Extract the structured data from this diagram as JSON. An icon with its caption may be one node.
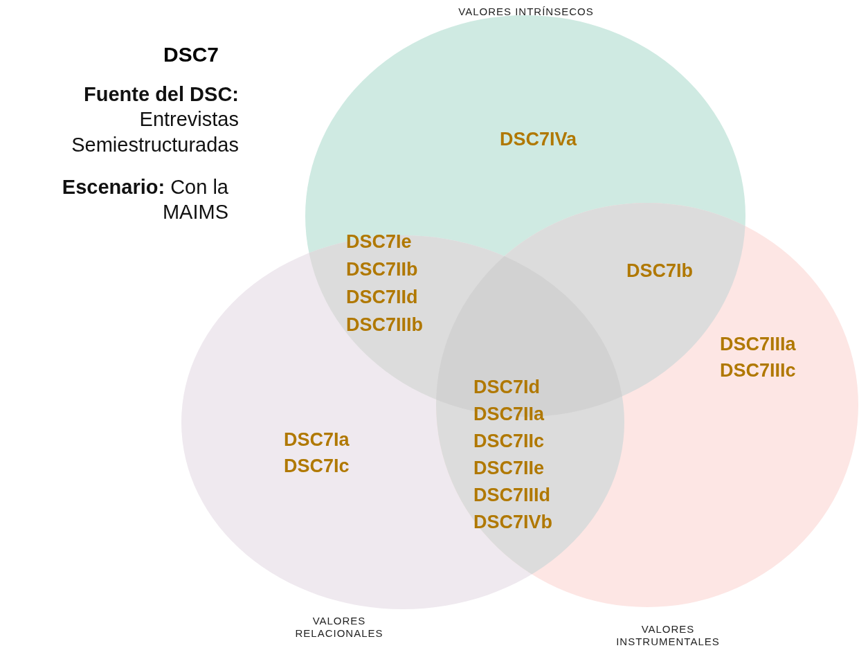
{
  "diagram": {
    "title": "DSC7",
    "nodes": [
      {
        "text": [
          "VALORES INTRÍNSECOS",
          "DSC7IVa"
        ]
      },
      {
        "text": [
          "DSC7Ia",
          "DSC7Ic",
          "VALORES RELACIONALES"
        ]
      },
      {
        "text": [
          "DSC7IIIa",
          "DSC7IIIc",
          "VALORES INSTRUMENTALES"
        ]
      }
    ],
    "labels": [
      "**Fuente del DSC:** Entrevistas Semiestructuradas",
      "**Escenario:** Con la MAIMS",
      "DSC7Ie",
      "DSC7IIb",
      "DSC7IId",
      "DSC7IIIb",
      "DSC7Ib",
      "DSC7Id",
      "DSC7IIa",
      "DSC7IIc",
      "DSC7IIe",
      "DSC7IIId",
      "DSC7IVb"
    ]
  }
}
